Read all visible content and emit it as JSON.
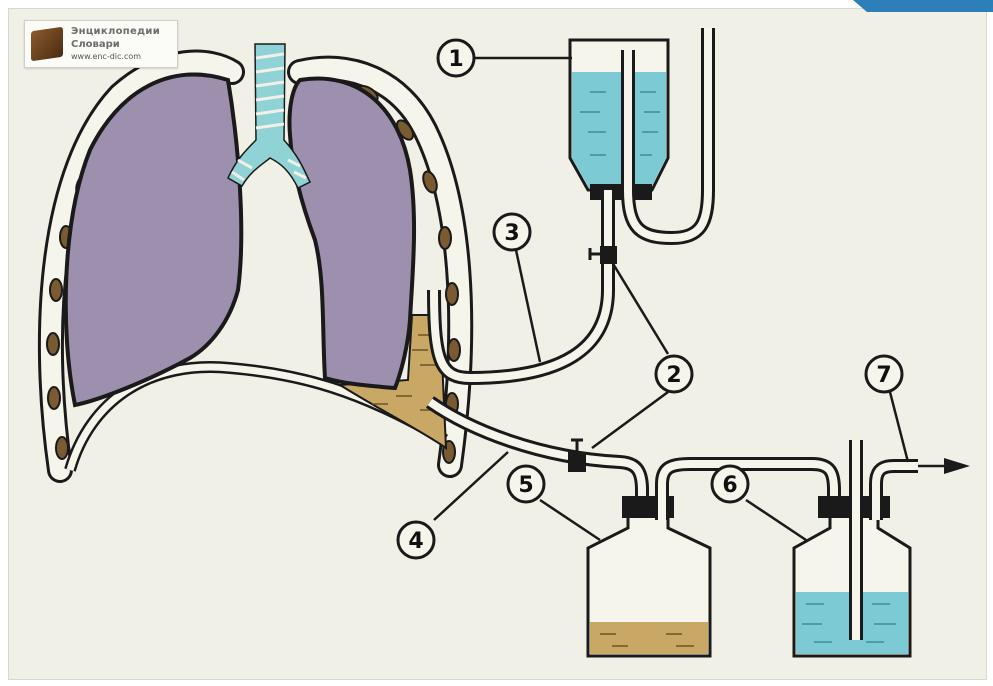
{
  "watermark": {
    "line1": "Энциклопедии",
    "line2": "Словари",
    "url": "www.enc-dic.com"
  },
  "callouts": [
    "1",
    "2",
    "3",
    "4",
    "5",
    "6",
    "7"
  ],
  "colors": {
    "background": "#f1f0e6",
    "lung": "#9d8fae",
    "trachea": "#8fd3d6",
    "water": "#7ccad4",
    "exudate": "#c9a865",
    "rib": "#7a5a30"
  }
}
